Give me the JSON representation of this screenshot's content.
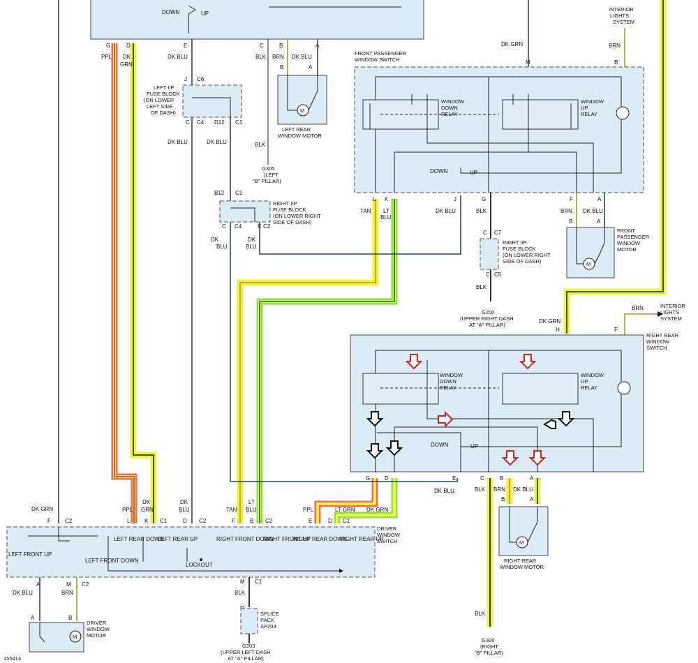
{
  "diagram": {
    "figure_id": "155413",
    "components": {
      "front_passenger_switch": "FRONT PASSENGER WINDOW SWITCH",
      "right_rear_switch": "RIGHT REAR WINDOW SWITCH",
      "driver_switch": "DRIVER WINDOW SWITCH",
      "left_ip_fuse": "LEFT I/P FUSE BLOCK (ON LOWER LEFT SIDE OF DASH)",
      "right_ip_fuse_top": "RIGHT I/P FUSE BLOCK (ON LOWER RIGHT SIDE OF DASH)",
      "right_ip_fuse_mid": "RIGHT I/P FUSE BLOCK (ON LOWER RIGHT SIDE OF DASH)",
      "splice_pack": "SPLICE PACK SP203",
      "left_rear_motor": "LEFT REAR WINDOW MOTOR",
      "front_pass_motor": "FRONT PASSENGER WINDOW MOTOR",
      "right_rear_motor": "RIGHT REAR WINDOW MOTOR",
      "driver_motor": "DRIVER WINDOW MOTOR",
      "interior_lights": "INTERIOR LIGHTS SYSTEM"
    },
    "relays": {
      "down": "WINDOW DOWN RELAY",
      "up": "WINDOW UP RELAY"
    },
    "grounds": {
      "g305": "G305 (LEFT \"B\" PILLAR)",
      "g200": "G200 (UPPER RIGHT DASH AT \"A\" PILLAR)",
      "g203": "G203 (UPPER LEFT DASH AT \"A\" PILLAR)",
      "g306": "G306 (RIGHT \"B\" PILLAR)"
    },
    "switch_labels": {
      "down": "DOWN",
      "up": "UP",
      "lockout": "LOCKOUT",
      "left_front_up": "LEFT FRONT UP",
      "left_front_down": "LEFT FRONT DOWN",
      "left_rear_down": "LEFT REAR DOWN",
      "left_rear_up": "LEFT REAR UP",
      "right_front_down": "RIGHT FRONT DOWN",
      "right_front_up": "RIGHT FRONT UP",
      "right_rear_down": "RIGHT REAR DOWN",
      "right_rear_up": "RIGHT REAR UP"
    },
    "wire_colors": {
      "ppl": "PPL",
      "dk_grn": "DK GRN",
      "dk_blu": "DK BLU",
      "blk": "BLK",
      "brn": "BRN",
      "tan": "TAN",
      "lt_blu": "LT BLU",
      "lt_grn": "LT GRN"
    },
    "connectors": {
      "c1": "C1",
      "c2": "C2",
      "c4": "C4",
      "c5": "C5",
      "c6": "C6",
      "c7": "C7"
    },
    "highlight_colors": {
      "yellow": "#f2f23a",
      "red": "#f26868",
      "green": "#8ee04a",
      "box_fill": "#dcecf6",
      "wire": "#23495e",
      "arrow_red": "#d42020"
    }
  }
}
